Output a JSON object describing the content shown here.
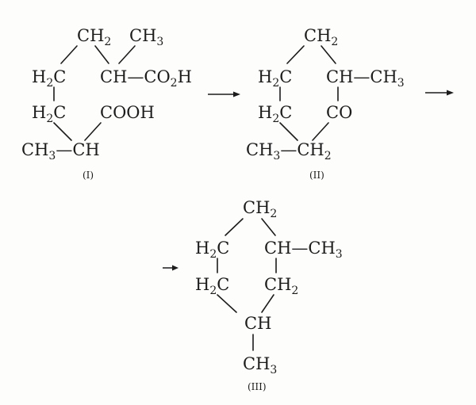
{
  "structures": [
    {
      "label": "(I)",
      "groups": [
        {
          "id": "i_ch2_top",
          "text": "CH2"
        },
        {
          "id": "i_ch3_top",
          "text": "CH3"
        },
        {
          "id": "i_h2c_1",
          "text": "H2C"
        },
        {
          "id": "i_ch_cooh",
          "text": "CH—CO2H"
        },
        {
          "id": "i_h2c_2",
          "text": "H2C"
        },
        {
          "id": "i_cooh",
          "text": "COOH"
        },
        {
          "id": "i_ch3_ch",
          "text": "CH3—CH"
        }
      ]
    },
    {
      "label": "(II)",
      "groups": [
        {
          "id": "ii_ch2_top",
          "text": "CH2"
        },
        {
          "id": "ii_h2c_1",
          "text": "H2C"
        },
        {
          "id": "ii_ch_ch3",
          "text": "CH—CH3"
        },
        {
          "id": "ii_h2c_2",
          "text": "H2C"
        },
        {
          "id": "ii_co",
          "text": "CO"
        },
        {
          "id": "ii_ch3_ch2",
          "text": "CH3—CH2"
        }
      ]
    },
    {
      "label": "(III)",
      "groups": [
        {
          "id": "iii_ch2_top",
          "text": "CH2"
        },
        {
          "id": "iii_h2c_1",
          "text": "H2C"
        },
        {
          "id": "iii_ch_ch3",
          "text": "CH—CH3"
        },
        {
          "id": "iii_h2c_2",
          "text": "H2C"
        },
        {
          "id": "iii_ch2_r",
          "text": "CH2"
        },
        {
          "id": "iii_ch",
          "text": "CH"
        },
        {
          "id": "iii_ch3_bot",
          "text": "CH3"
        }
      ]
    }
  ]
}
